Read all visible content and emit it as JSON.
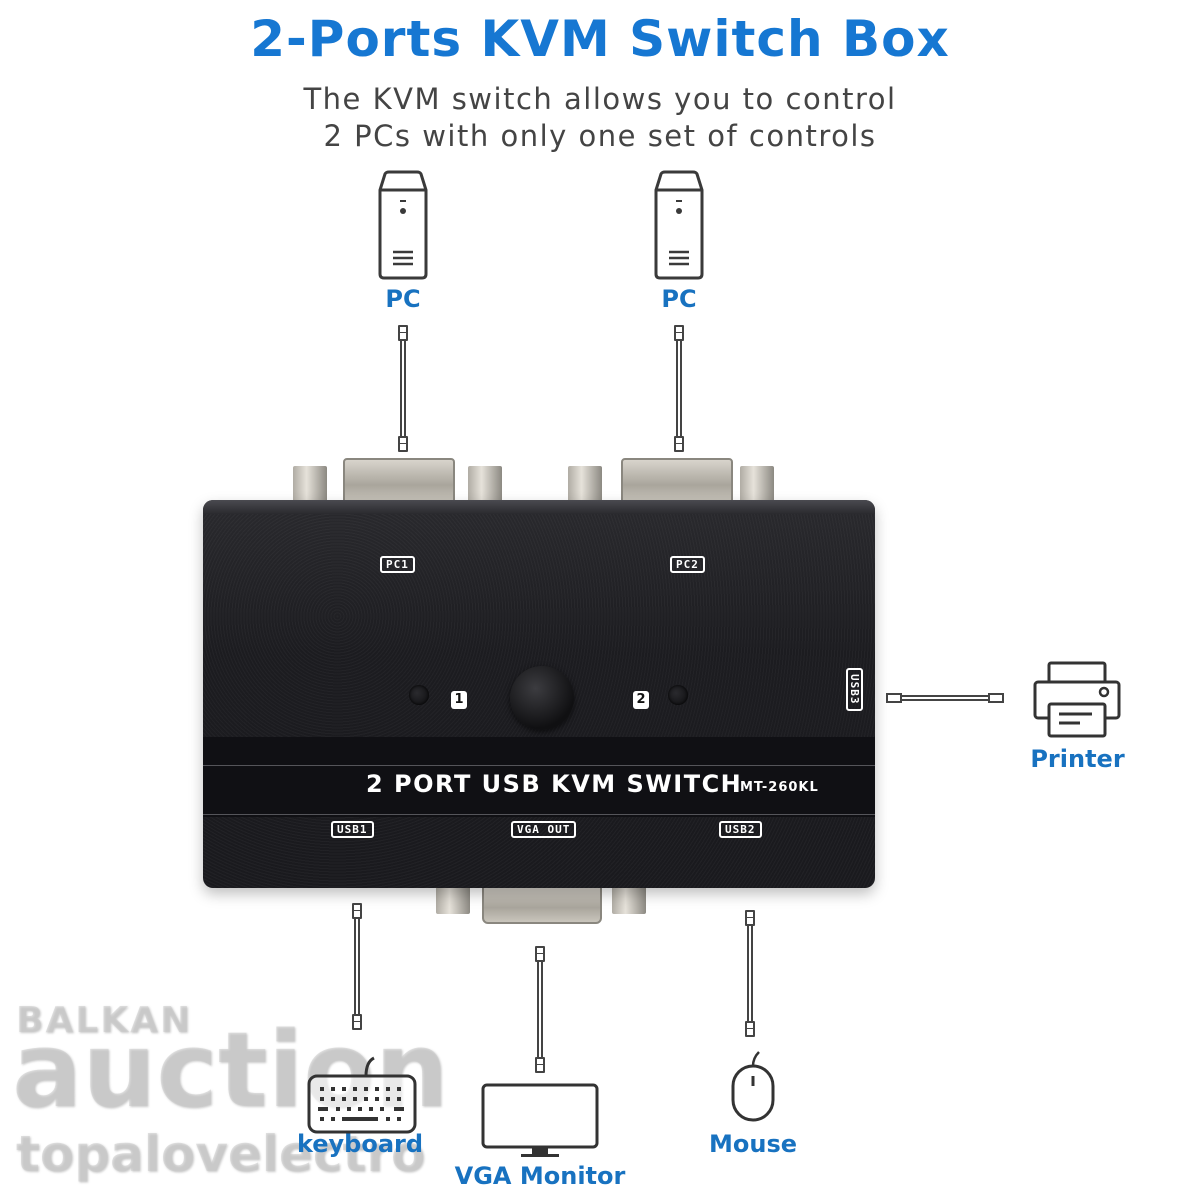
{
  "header": {
    "title": "2-Ports KVM Switch Box",
    "subtitle_line1": "The KVM switch allows you to control",
    "subtitle_line2": "2 PCs with only one set of controls"
  },
  "colors": {
    "title": "#1677d2",
    "labels": "#1872c0",
    "subtitle": "#444444",
    "device_body": "#1c1c20"
  },
  "devices": {
    "pc1": {
      "label": "PC",
      "icon": "desktop-tower-icon"
    },
    "pc2": {
      "label": "PC",
      "icon": "desktop-tower-icon"
    },
    "printer": {
      "label": "Printer",
      "icon": "printer-icon"
    },
    "keyboard": {
      "label": "keyboard",
      "icon": "keyboard-icon"
    },
    "monitor": {
      "label": "VGA Monitor",
      "icon": "monitor-icon"
    },
    "mouse": {
      "label": "Mouse",
      "icon": "mouse-icon"
    }
  },
  "kvm": {
    "port_pc1": "PC1",
    "port_pc2": "PC2",
    "port_usb3": "USB3",
    "indicator_1": "1",
    "indicator_2": "2",
    "product_name": "2 PORT USB KVM SWITCH",
    "model": "MT-260KL",
    "port_usb1": "USB1",
    "port_vga_out": "VGA OUT",
    "port_usb2": "USB2"
  },
  "watermark": {
    "line1": "BALKAN",
    "line2": "auction",
    "line3": "topalovelectro"
  }
}
